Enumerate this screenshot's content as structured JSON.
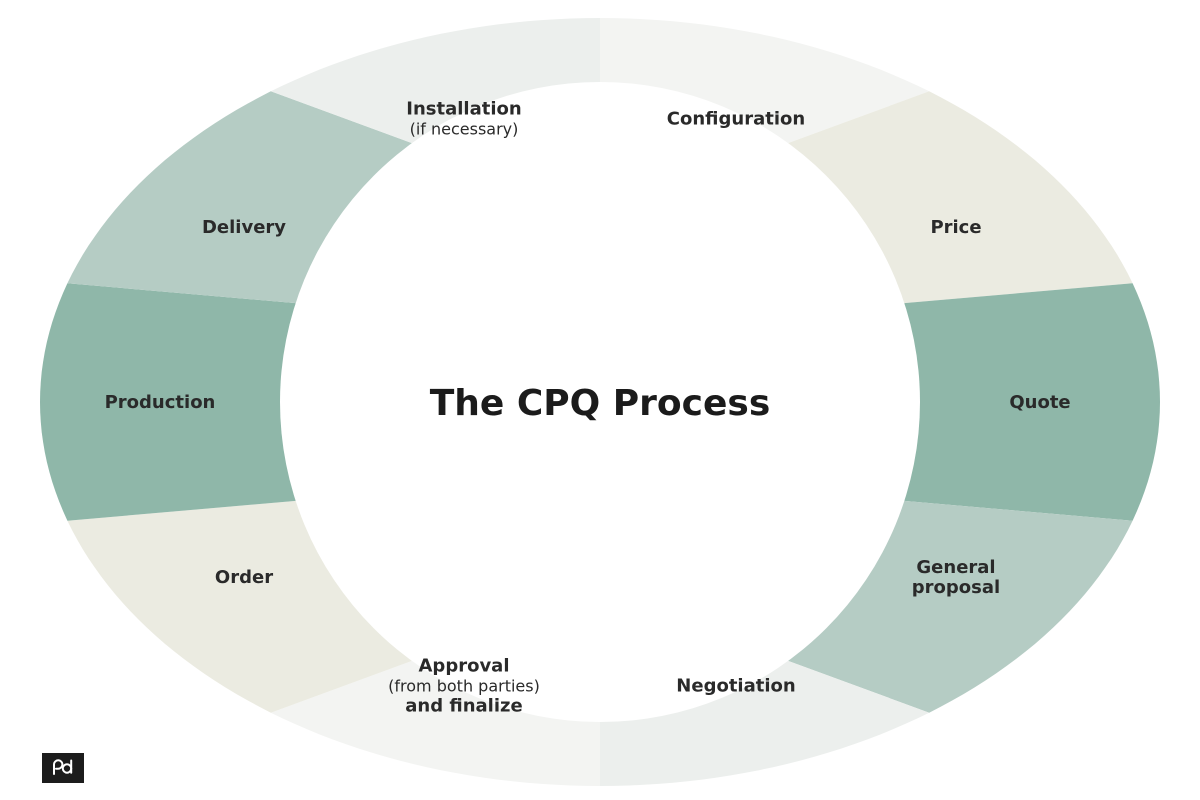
{
  "title": "The CPQ Process",
  "segments": [
    {
      "id": "configuration",
      "lines": [
        "Configuration"
      ],
      "color": "#f3f4f2"
    },
    {
      "id": "price",
      "lines": [
        "Price"
      ],
      "color": "#ebebe1"
    },
    {
      "id": "quote",
      "lines": [
        "Quote"
      ],
      "color": "#8fb7a9"
    },
    {
      "id": "general-proposal",
      "lines": [
        "General",
        "proposal"
      ],
      "color": "#b5ccc4"
    },
    {
      "id": "negotiation",
      "lines": [
        "Negotiation"
      ],
      "color": "#ecefed"
    },
    {
      "id": "approval",
      "lines": [
        "Approval",
        "(from both parties)",
        "and finalize"
      ],
      "color": "#f3f4f2"
    },
    {
      "id": "order",
      "lines": [
        "Order"
      ],
      "color": "#ebebe1"
    },
    {
      "id": "production",
      "lines": [
        "Production"
      ],
      "color": "#8fb7a9"
    },
    {
      "id": "delivery",
      "lines": [
        "Delivery"
      ],
      "color": "#b5ccc4"
    },
    {
      "id": "installation",
      "lines": [
        "Installation",
        "(if necessary)"
      ],
      "color": "#ecefed"
    }
  ],
  "colors": {
    "center": "#ffffff",
    "text": "#2a2a2a",
    "logo": "#1c1c1c"
  },
  "logo": {
    "icon": "pd-logo-icon"
  }
}
